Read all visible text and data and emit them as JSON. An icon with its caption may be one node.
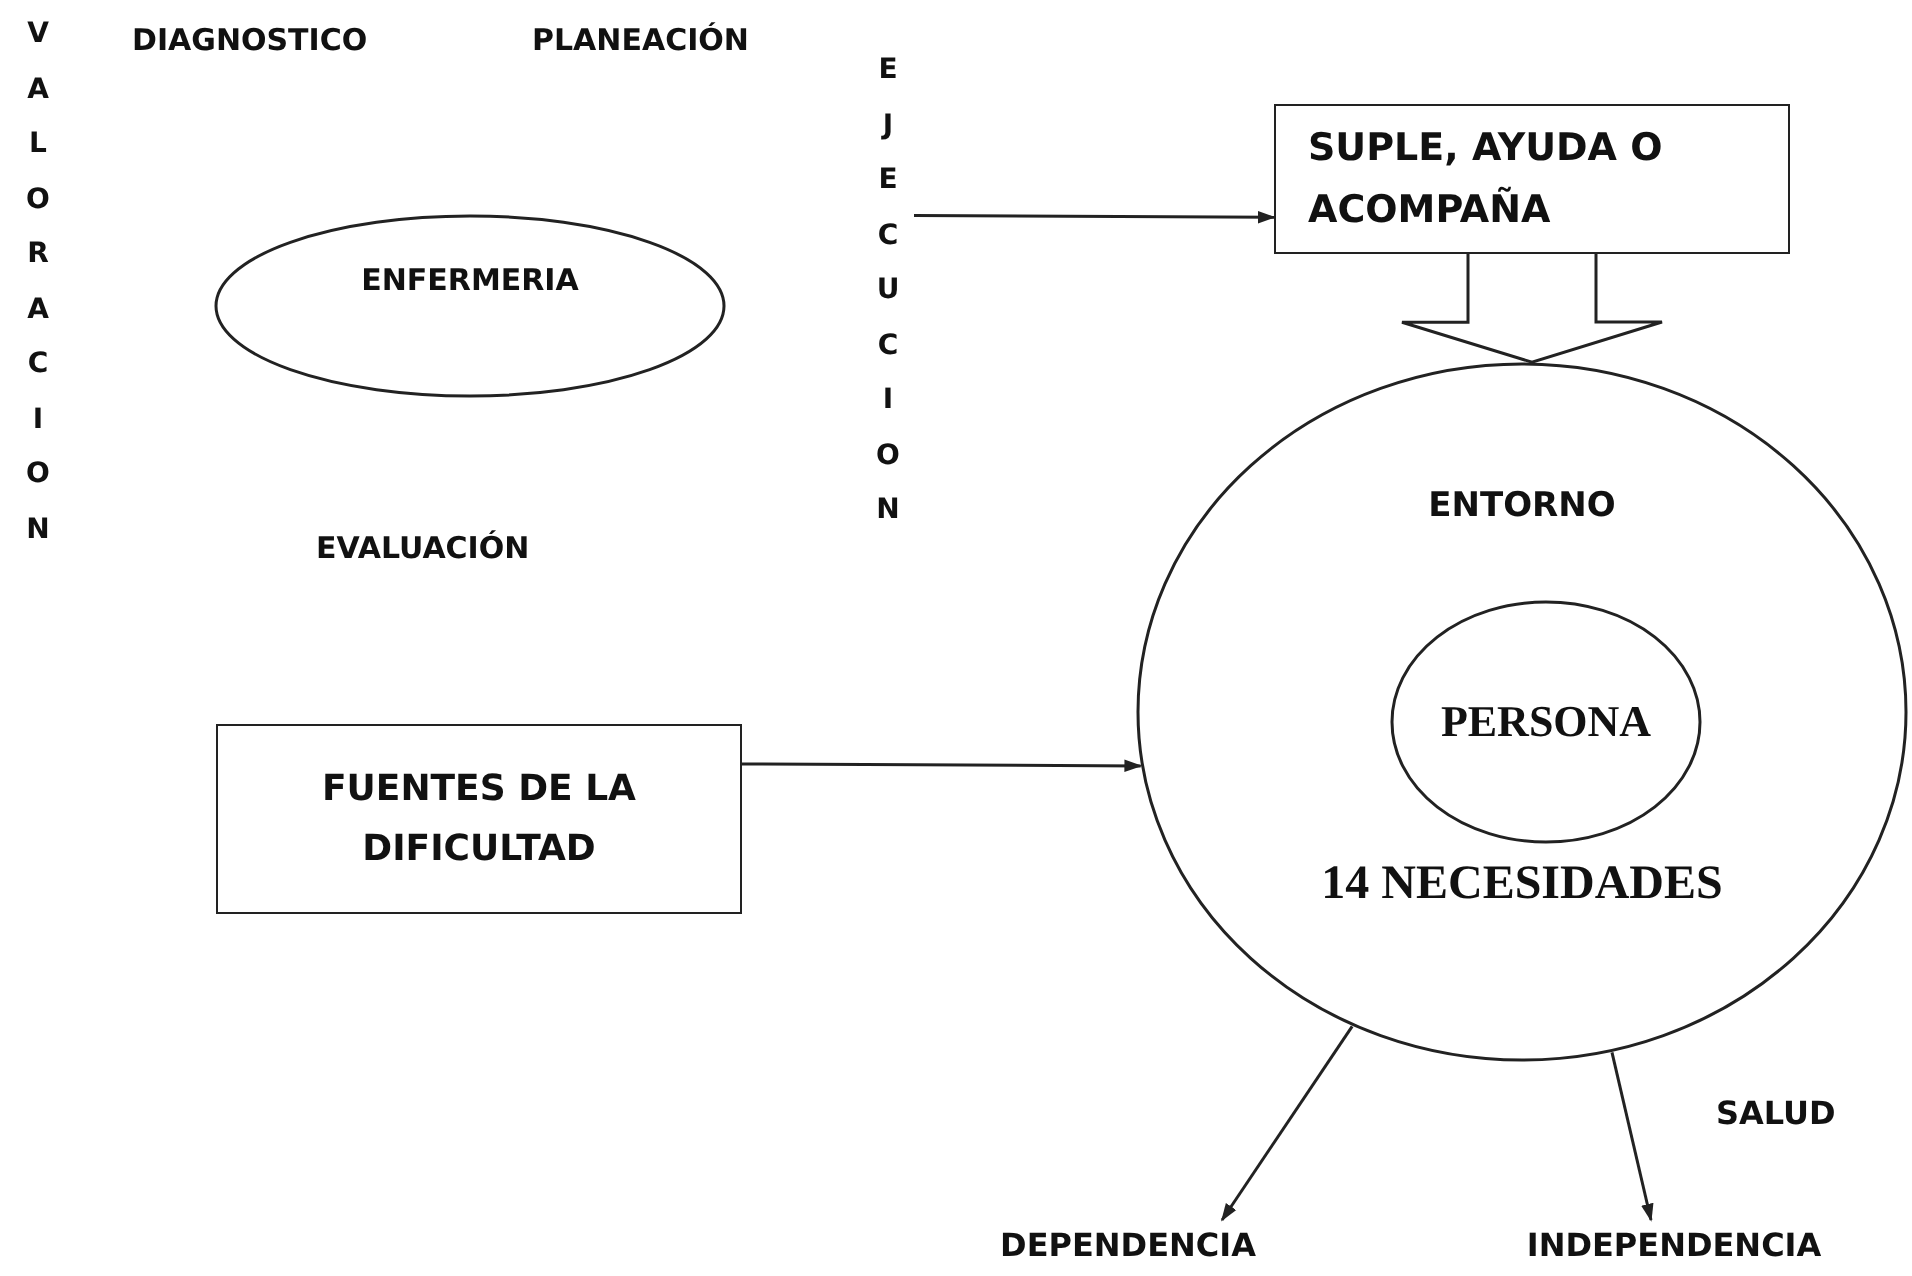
{
  "diagram": {
    "nodes": [
      {
        "text": [
          "ENFERMERIA"
        ]
      },
      {
        "text": [
          "EJECUCION"
        ]
      },
      {
        "text": [
          "SUPLE, AYUDA O ACOMPAÑA"
        ]
      },
      {
        "text": [
          "ENTORNO",
          "14 NECESIDADES"
        ]
      },
      {
        "text": [
          "PERSONA"
        ],
        "in": 3
      },
      {
        "text": [
          "FUENTES DE LA DIFICULTAD"
        ]
      },
      {
        "text": [
          "DEPENDENCIA"
        ]
      },
      {
        "text": [
          "INDEPENDENCIA"
        ]
      }
    ],
    "edges": [
      {
        "from": 1,
        "to": 2,
        "arrow": "to"
      },
      {
        "from": 2,
        "to": 3,
        "arrow": "to",
        "style": "thick"
      },
      {
        "from": 5,
        "to": 3,
        "arrow": "to"
      },
      {
        "from": 3,
        "to": 6,
        "arrow": "to"
      },
      {
        "from": 3,
        "to": 7,
        "arrow": "to"
      }
    ],
    "labels": [
      "VALORACION",
      "DIAGNOSTICO",
      "PLANEACIÓN",
      "EVALUACIÓN",
      "SALUD"
    ]
  }
}
